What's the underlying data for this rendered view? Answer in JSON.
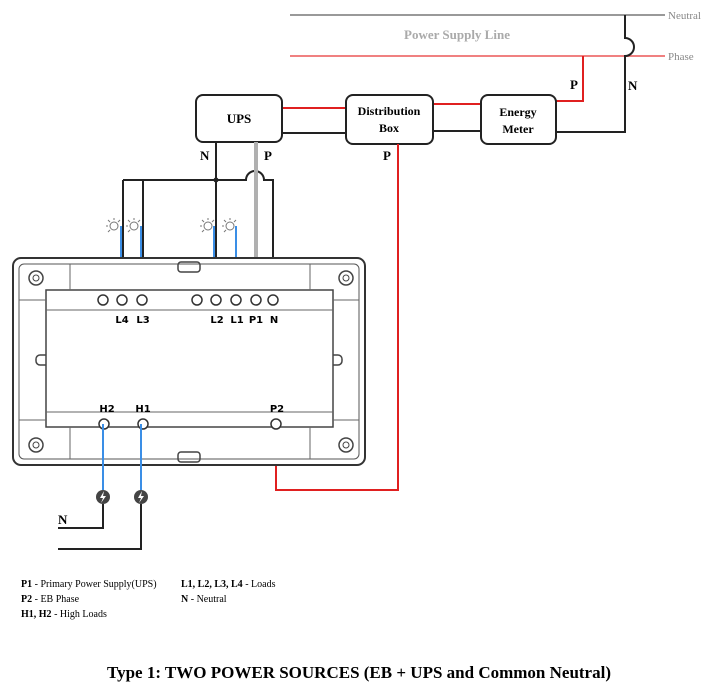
{
  "lines": {
    "neutral": "Neutral",
    "phase": "Phase",
    "power_supply": "Power Supply Line",
    "neutral_color": "#999999",
    "phase_color": "#f08080",
    "red_wire": "#e02020",
    "grey_wire": "#b0b0b0",
    "blue_wire": "#3a8ee6"
  },
  "boxes": {
    "ups": "UPS",
    "distribution_1": "Distribution",
    "distribution_2": "Box",
    "meter_1": "Energy",
    "meter_2": "Meter"
  },
  "wire_labels": {
    "meter_p": "P",
    "meter_n": "N",
    "ups_n": "N",
    "ups_p": "P",
    "dist_p": "P",
    "bottom_n": "N"
  },
  "terminals": {
    "l4": "L4",
    "l3": "L3",
    "l2": "L2",
    "l1": "L1",
    "p1": "P1",
    "n": "N",
    "h2": "H2",
    "h1": "H1",
    "p2": "P2"
  },
  "legend": {
    "p1_key": "P1",
    "p1_desc": " - Primary Power Supply(UPS)",
    "p2_key": "P2",
    "p2_desc": " - EB Phase",
    "h_key": "H1, H2",
    "h_desc": " - High Loads",
    "l_key": "L1, L2, L3, L4",
    "l_desc": " - Loads",
    "n_key": "N",
    "n_desc": " - Neutral"
  },
  "caption": "Type 1: TWO POWER SOURCES (EB + UPS and Common Neutral)"
}
